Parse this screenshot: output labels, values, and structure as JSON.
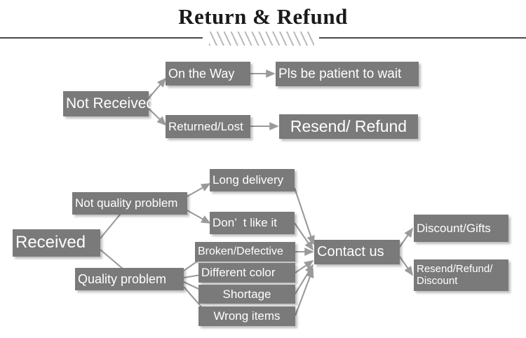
{
  "header": {
    "title": "Return & Refund",
    "divider_icon": "diagonal-hatch-divider"
  },
  "colors": {
    "node_fill": "#7a7a7a",
    "node_text": "#ffffff",
    "arrow": "#9a9a9a",
    "divider": "#4a4a4a",
    "hatch": "#b9b9b9",
    "background": "#ffffff"
  },
  "flow_not_received": {
    "root": "Not Received",
    "branches": [
      {
        "condition": "On the Way",
        "outcome": "Pls be patient to wait"
      },
      {
        "condition": "Returned/Lost",
        "outcome": "Resend/ Refund"
      }
    ]
  },
  "flow_received": {
    "root": "Received",
    "categories": [
      {
        "label": "Not quality problem",
        "reasons": [
          "Long delivery",
          "Don’  t like it"
        ]
      },
      {
        "label": "Quality problem",
        "reasons": [
          "Broken/Defective",
          "Different color",
          "Shortage",
          "Wrong items"
        ]
      }
    ],
    "action": "Contact us",
    "resolutions": [
      "Discount/Gifts",
      "Resend/Refund/\nDiscount"
    ]
  }
}
